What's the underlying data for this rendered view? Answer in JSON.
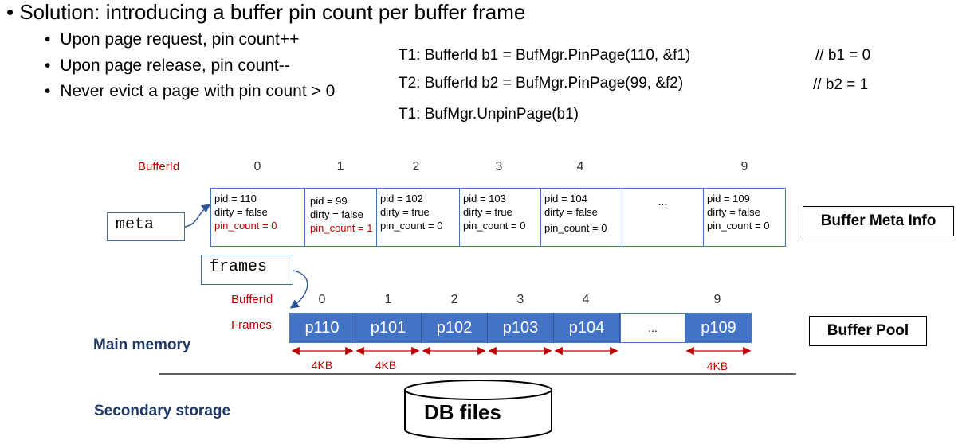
{
  "bullets": {
    "main": "Solution: introducing a buffer pin count per buffer frame",
    "subs": [
      "Upon page request, pin count++",
      "Upon page release, pin count--",
      "Never evict a page with pin count > 0"
    ]
  },
  "code": {
    "lines": [
      "T1: BufferId b1 = BufMgr.PinPage(110, &f1)",
      "T2: BufferId b2 = BufMgr.PinPage(99, &f2)",
      "T1: BufMgr.UnpinPage(b1)"
    ],
    "comments": [
      "// b1 = 0",
      "// b2 = 1"
    ]
  },
  "meta": {
    "bufferid_label": "BufferId",
    "ids": [
      "0",
      "1",
      "2",
      "3",
      "4",
      "9"
    ],
    "ellipsis": "...",
    "cells": [
      {
        "pid": "pid = 110",
        "dirty": "dirty = false",
        "pin": "pin_count = 0"
      },
      {
        "pid": "pid = 99",
        "dirty": "dirty = false",
        "pin": "pin_count = 1"
      },
      {
        "pid": "pid = 102",
        "dirty": "dirty = true",
        "pin": "pin_count = 0"
      },
      {
        "pid": "pid = 103",
        "dirty": "dirty = true",
        "pin": "pin_count = 0"
      },
      {
        "pid": "pid = 104",
        "dirty": "dirty = false",
        "pin": "pin_count = 0"
      },
      {
        "pid": "pid = 109",
        "dirty": "dirty = false",
        "pin": "pin_count = 0"
      }
    ],
    "var_label": "meta",
    "title": "Buffer Meta Info"
  },
  "pool": {
    "var_label": "frames",
    "bufferid_label": "BufferId",
    "frames_label": "Frames",
    "ids": [
      "0",
      "1",
      "2",
      "3",
      "4",
      "9"
    ],
    "pages": [
      "p110",
      "p101",
      "p102",
      "p103",
      "p104",
      "p109"
    ],
    "ellipsis": "...",
    "size_label": "4KB",
    "title": "Buffer Pool"
  },
  "storage": {
    "main_memory": "Main memory",
    "secondary": "Secondary storage",
    "db_files": "DB files"
  },
  "colors": {
    "accent_blue": "#4472c4",
    "red": "#c00000",
    "navy": "#1f3864"
  }
}
